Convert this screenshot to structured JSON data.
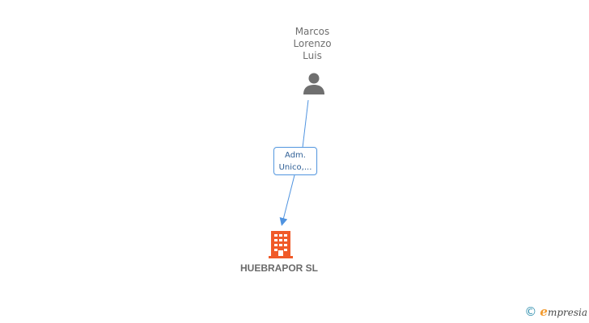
{
  "person": {
    "name_lines": [
      "Marcos",
      "Lorenzo",
      "Luis"
    ],
    "icon": "person-icon"
  },
  "relation": {
    "role_lines": [
      "Adm.",
      "Unico,..."
    ]
  },
  "company": {
    "name": "HUEBRAPOR SL",
    "icon": "building-icon"
  },
  "brand": {
    "copyright_symbol": "©",
    "first_letter": "e",
    "rest": "mpresia"
  },
  "colors": {
    "person_icon": "#6f6f6f",
    "connector": "#4f93e0",
    "role_border": "#5b9be0",
    "company_icon": "#f05a28",
    "copyright": "#2f8fae",
    "brand_accent": "#f29a2e"
  }
}
